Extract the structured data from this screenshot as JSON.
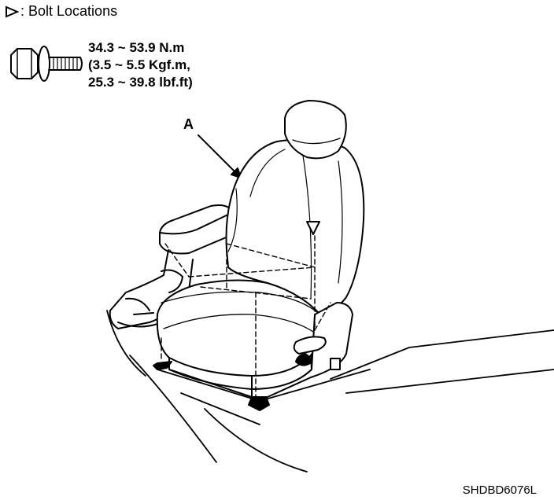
{
  "legend": {
    "symbol": "▷",
    "label": ": Bolt Locations"
  },
  "torque": {
    "line1": "34.3 ~ 53.9 N.m",
    "line2": "(3.5 ~ 5.5 Kgf.m,",
    "line3": "25.3 ~ 39.8 lbf.ft)"
  },
  "callout": {
    "label": "A"
  },
  "figure_code": "SHDBD6076L",
  "icons": [
    "bolt-flange-icon",
    "bolt-location-triangle-icon"
  ]
}
